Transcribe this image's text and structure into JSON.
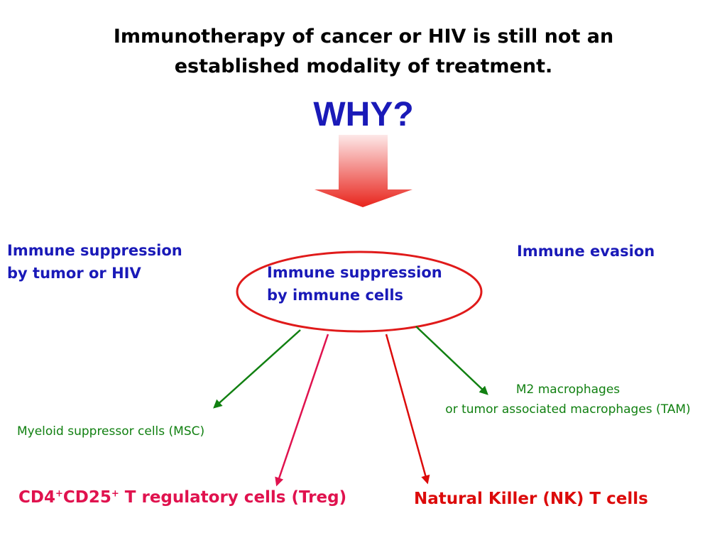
{
  "title": {
    "line1": "Immunotherapy of cancer or HIV is still not an",
    "line2": "established modality of treatment."
  },
  "question": "WHY?",
  "categories": {
    "left": {
      "line1": "Immune suppression",
      "line2": "by tumor or HIV"
    },
    "center": {
      "line1": "Immune suppression",
      "line2": "by immune cells"
    },
    "right": {
      "line1": "Immune evasion"
    }
  },
  "branches": {
    "msc": "Myeloid suppressor cells (MSC)",
    "m2": {
      "line1": "M2 macrophages",
      "line2": "or tumor associated macrophages (TAM)"
    },
    "treg": {
      "cd4": "CD4",
      "plus1": "+",
      "cd25": "CD25",
      "plus2": "+",
      "rest": " T regulatory cells (Treg)"
    },
    "nk": "Natural Killer (NK) T cells"
  },
  "colors": {
    "title": "#000000",
    "blue_text": "#1a1ab8",
    "green": "#118011",
    "pink": "#e0124e",
    "red": "#dc0b0b",
    "ellipse": "#e01a1a",
    "arrow_top": "#fde8e8",
    "arrow_bottom": "#e8241c"
  }
}
